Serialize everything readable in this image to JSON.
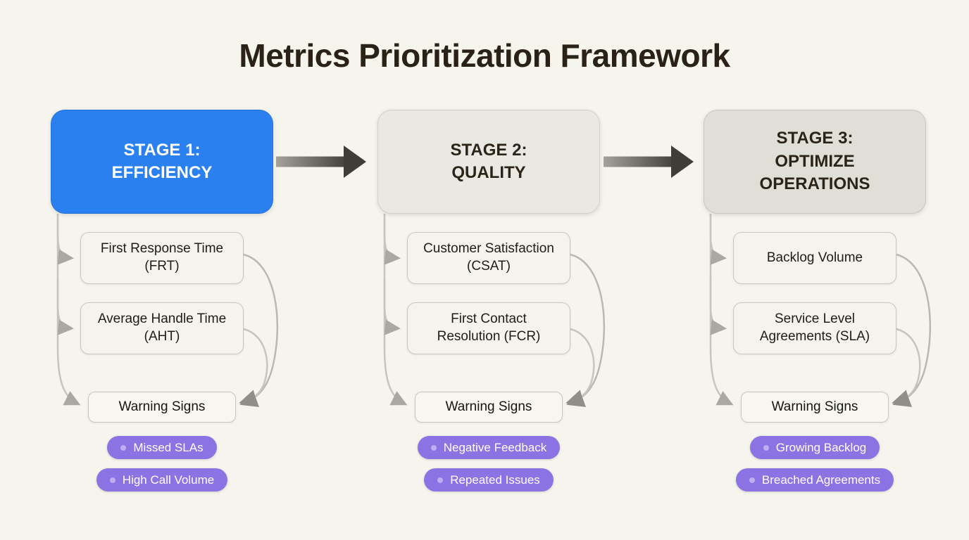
{
  "page": {
    "title": "Metrics Prioritization Framework",
    "background_color": "#f5f4ed",
    "title_color": "#2a2217"
  },
  "stages": [
    {
      "label": "STAGE 1:\nEFFICIENCY",
      "box_color": "#2b80f0",
      "text_color": "#ffffff",
      "metrics": [
        "First Response Time (FRT)",
        "Average Handle Time (AHT)"
      ],
      "warning_label": "Warning Signs",
      "warning_signs": [
        "Missed SLAs",
        "High Call Volume"
      ]
    },
    {
      "label": "STAGE 2:\nQUALITY",
      "box_color": "#e9e8e2",
      "text_color": "#2b2519",
      "metrics": [
        "Customer Satisfaction (CSAT)",
        "First Contact Resolution (FCR)"
      ],
      "warning_label": "Warning Signs",
      "warning_signs": [
        "Negative Feedback",
        "Repeated Issues"
      ]
    },
    {
      "label": "STAGE 3:\nOPTIMIZE\nOPERATIONS",
      "box_color": "#dfded7",
      "text_color": "#2b2519",
      "metrics": [
        "Backlog Volume",
        "Service Level Agreements (SLA)"
      ],
      "warning_label": "Warning Signs",
      "warning_signs": [
        "Growing Backlog",
        "Breached Agreements"
      ]
    }
  ],
  "colors": {
    "pill_bg": "#8b73e4",
    "pill_text": "#ffffff",
    "connector": "#c6c5bf",
    "connector_dark": "#9b9a94",
    "arrow_gradient_start": "#a4a29b",
    "arrow_gradient_end": "#45433d",
    "arrow_head": "#3f3d37"
  },
  "icons": {
    "stage_flow": "arrow-right-icon"
  }
}
